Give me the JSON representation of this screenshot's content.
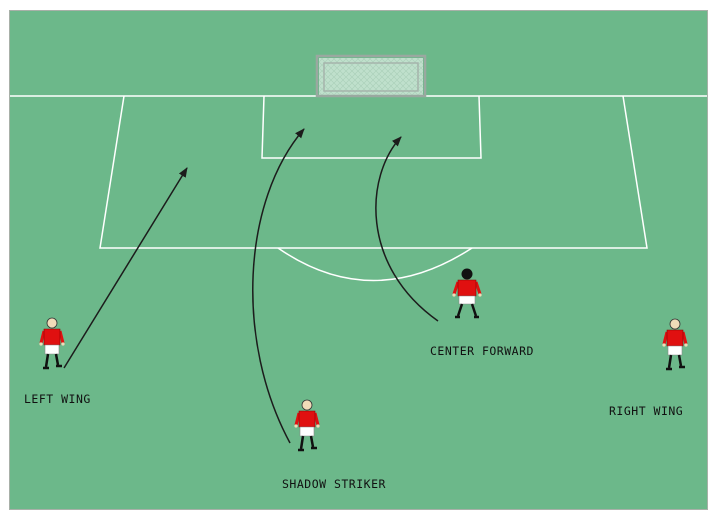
{
  "diagram": {
    "colors": {
      "pitch": "#6cb88a",
      "lines": "#ffffff",
      "arrows": "#1c1c1c",
      "goal_frame": "#9aa8a0",
      "goal_net": "#bfe0cc",
      "shirt": "#e01010",
      "shorts": "#ffffff",
      "hair_light": "#f0dcb8",
      "hair_dark": "#111111"
    },
    "players": [
      {
        "id": "left-wing",
        "label": "LEFT WING",
        "hair": "light"
      },
      {
        "id": "shadow-striker",
        "label": "SHADOW STRIKER",
        "hair": "light"
      },
      {
        "id": "center-forward",
        "label": "CENTER FORWARD",
        "hair": "dark"
      },
      {
        "id": "right-wing",
        "label": "RIGHT WING",
        "hair": "light"
      }
    ]
  }
}
